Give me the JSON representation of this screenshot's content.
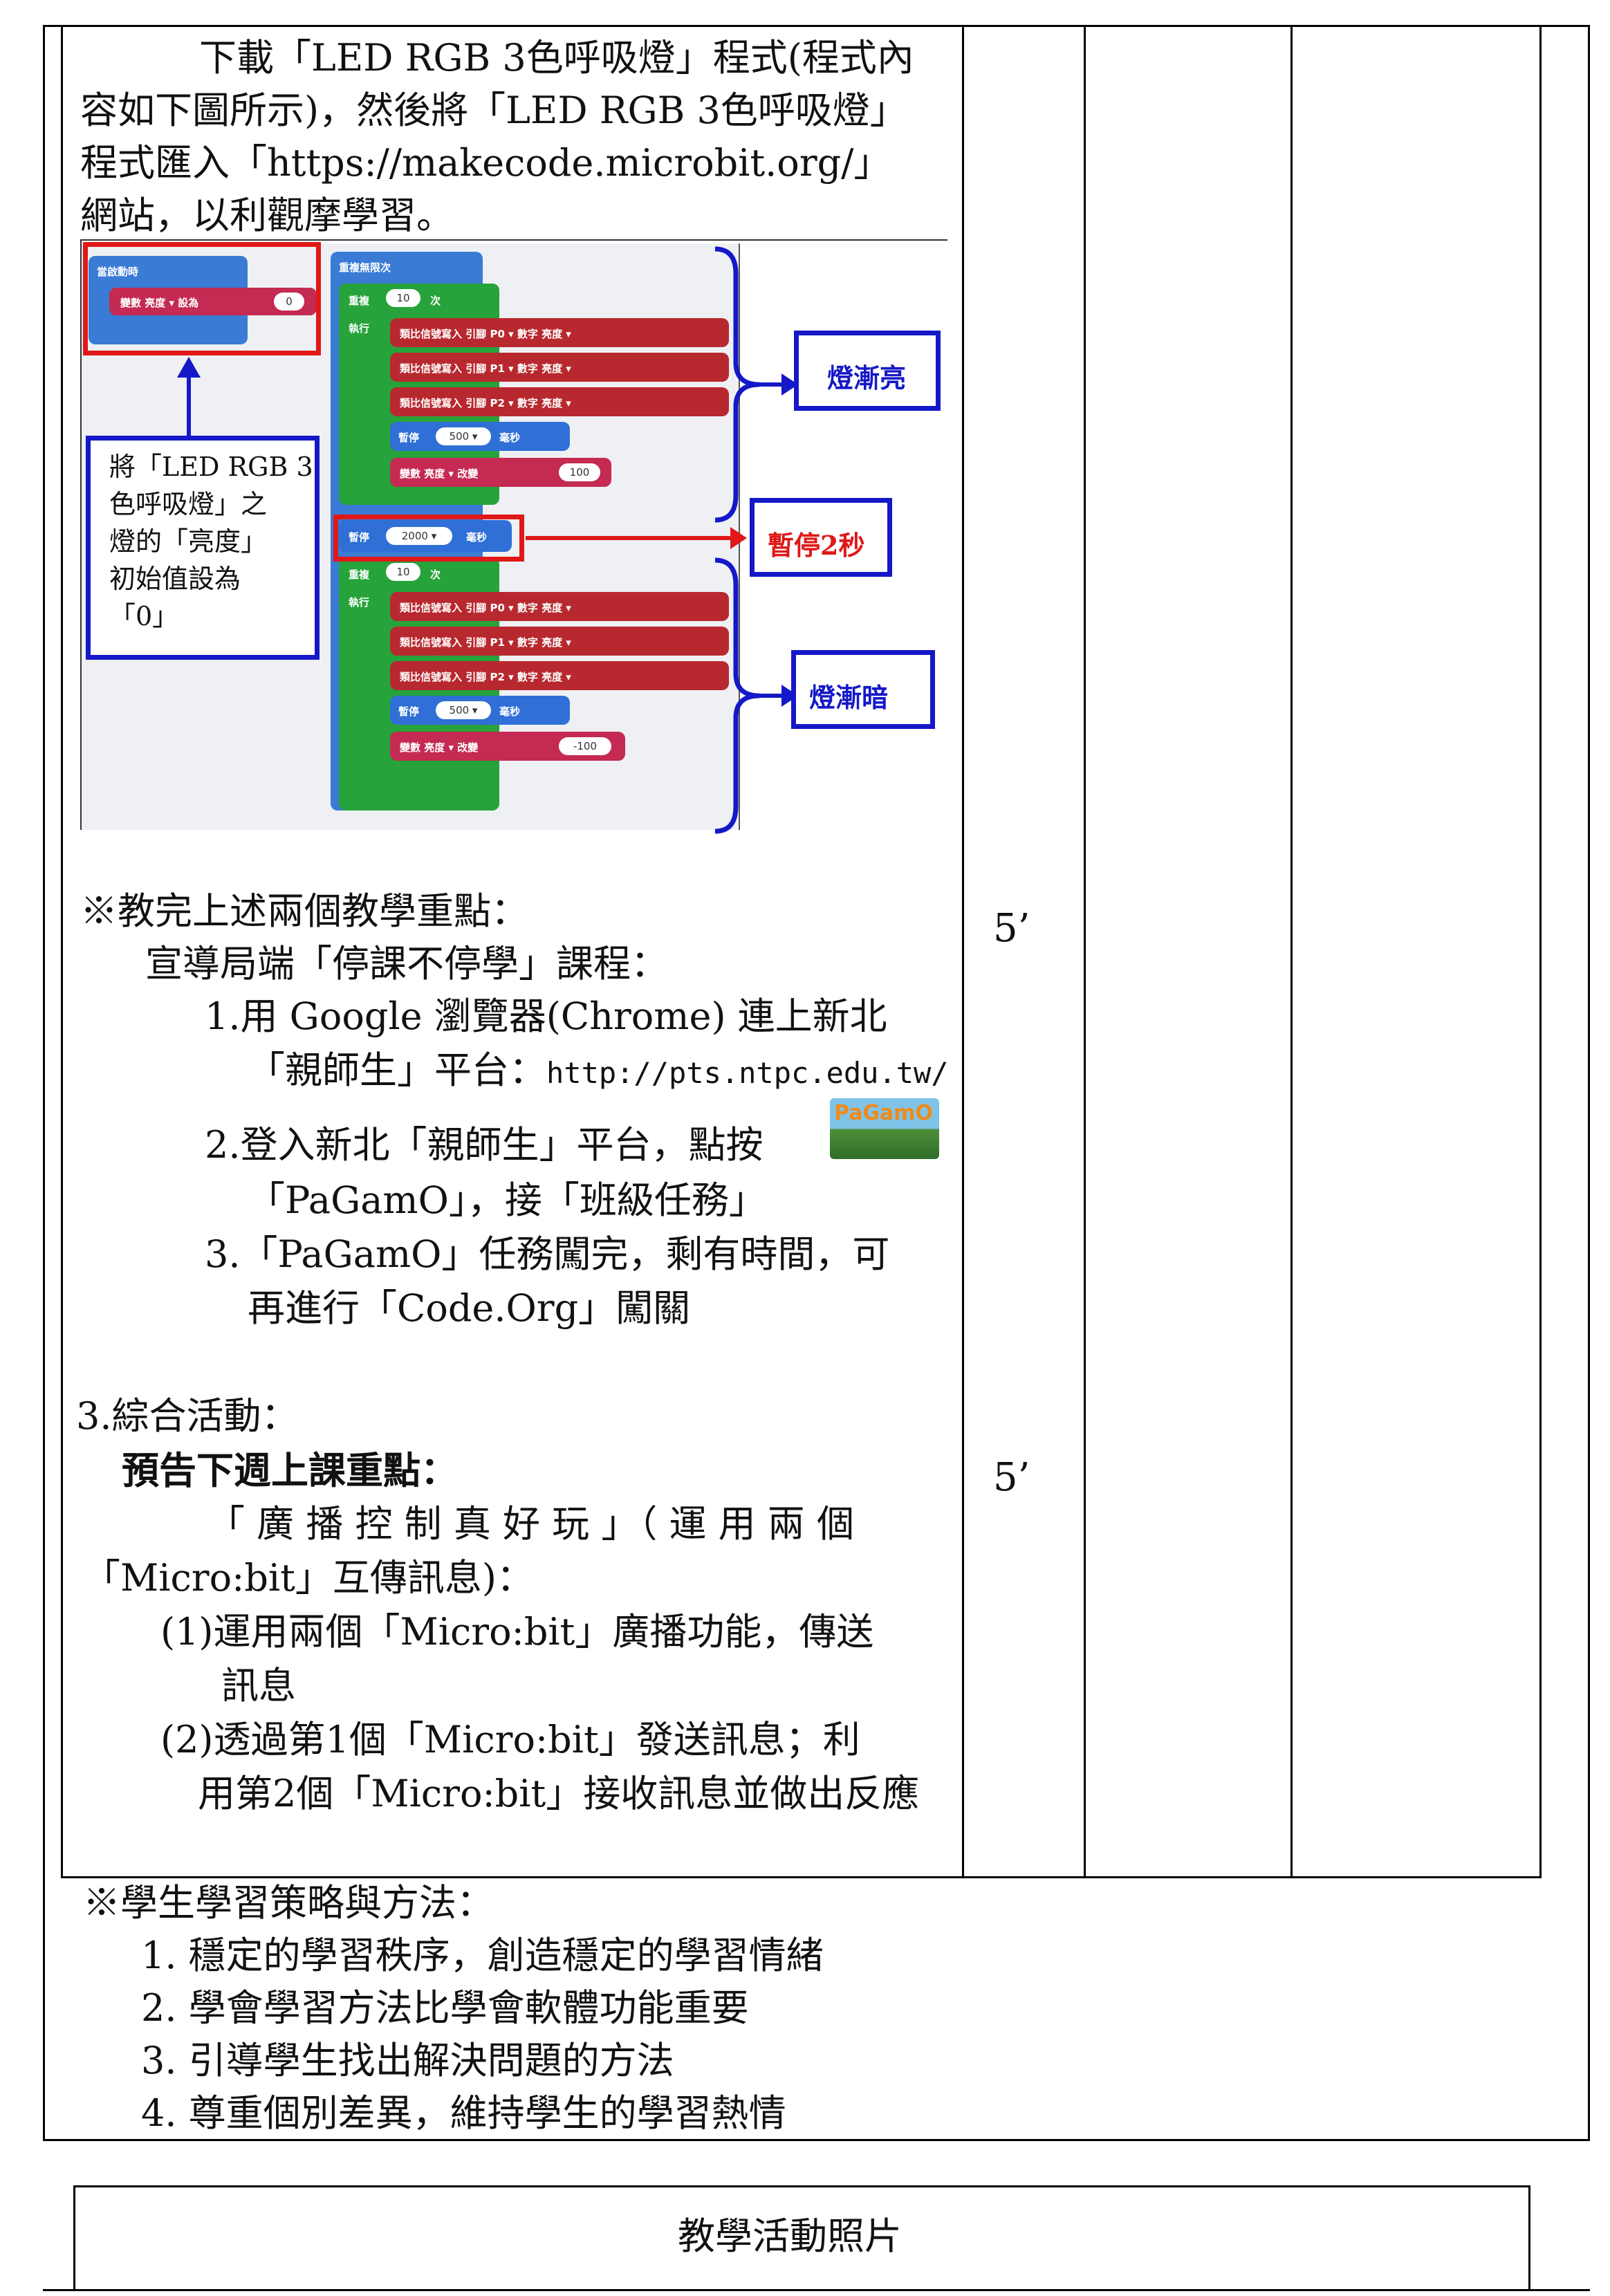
{
  "intro": {
    "line1": "下載「LED RGB 3色呼吸燈」程式(程式內",
    "line2": "容如下圖所示)，然後將「LED RGB 3色呼吸燈」",
    "line3": "程式匯入「https://makecode.microbit.org/」",
    "line4": "網站，以利觀摩學習。"
  },
  "program": {
    "on_start_label": "當啟動時",
    "on_start_set": "變數  亮度 ▾  設為",
    "on_start_value": "0",
    "forever_label": "重複無限次",
    "repeat_label": "重複",
    "repeat_times": "10",
    "repeat_unit": "次",
    "do_label": "執行",
    "analog_p0": "類比信號寫入 引腳  P0 ▾  數字  亮度 ▾",
    "analog_p1": "類比信號寫入 引腳  P1 ▾  數字  亮度 ▾",
    "analog_p2": "類比信號寫入 引腳  P2 ▾  數字  亮度 ▾",
    "pause_label": "暫停",
    "pause_500": "500 ▾",
    "ms_label": "毫秒",
    "change_label": "變數  亮度 ▾  改變",
    "change_up": "100",
    "change_down": "-100",
    "pause_2000": "2000 ▾",
    "note": "將「LED RGB 3色呼吸燈」之燈的「亮度」初始值設為「0」",
    "note_l1": "將「LED RGB 3",
    "note_l2": "色呼吸燈」之",
    "note_l3": "燈的「亮度」",
    "note_l4": "初始值設為",
    "note_l5": "「0」",
    "callout_brighten": "燈漸亮",
    "callout_pause": "暫停2秒",
    "callout_dim": "燈漸暗"
  },
  "lesson": {
    "after": "※教完上述兩個教學重點：",
    "promote": "宣導局端「停課不停學」課程：",
    "item1_a": "1.用 Google 瀏覽器(Chrome) 連上新北",
    "item1_b": "「親師生」平台：",
    "item1_url": "http://pts.ntpc.edu.tw/",
    "item2_a": "2.登入新北「親師生」平台，點按",
    "item2_b": "「PaGamO」，接「班級任務」",
    "pagamo_logo": "PaGamO",
    "item3_a": "3.「PaGamO」任務闖完，剩有時間，可",
    "item3_b": "再進行「Code.Org」闖關",
    "time1": "5’",
    "summary": "3.綜合活動：",
    "preview": "預告下週上課重點：",
    "topic_a": "「 廣 播 控 制 真 好 玩 」（ 運 用 兩 個",
    "topic_b": "「Micro:bit」互傳訊息)：",
    "p1_a": "(1)運用兩個「Micro:bit」廣播功能，傳送",
    "p1_b": "訊息",
    "p2_a": "(2)透過第1個「Micro:bit」發送訊息；利",
    "p2_b": "用第2個「Micro:bit」接收訊息並做出反應",
    "time2": "5’"
  },
  "strategy": {
    "title": "※學生學習策略與方法：",
    "items": [
      "1.  穩定的學習秩序，創造穩定的學習情緒",
      "2.  學會學習方法比學會軟體功能重要",
      "3.  引導學生找出解決問題的方法",
      "4.  尊重個別差異，維持學生的學習熱情"
    ]
  },
  "photo_section": {
    "title": "教學活動照片"
  }
}
